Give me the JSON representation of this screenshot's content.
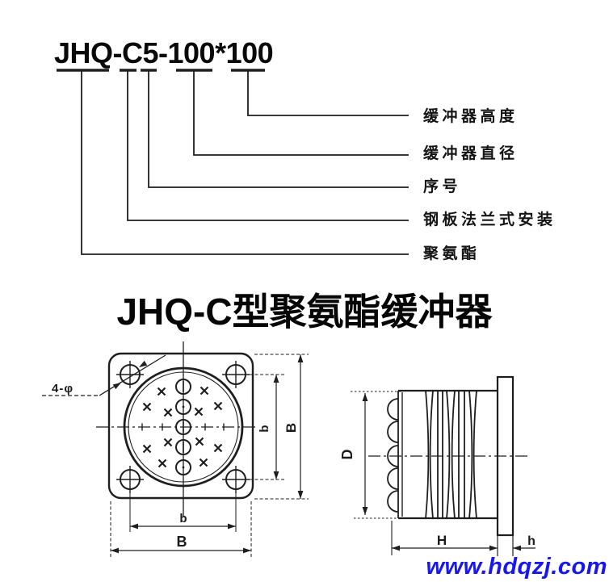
{
  "model_code": {
    "text": "JHQ-C5-100*100",
    "labels": [
      "缓冲器高度",
      "缓冲器直径",
      "序号",
      "钢板法兰式安装",
      "聚氨酯"
    ]
  },
  "title": "JHQ-C型聚氨酯缓冲器",
  "front_view": {
    "hole_callout": "4-φ",
    "dim_inner_vertical": "b",
    "dim_outer_vertical": "B",
    "dim_inner_horizontal": "b",
    "dim_outer_horizontal": "B"
  },
  "side_view": {
    "dim_diameter": "D",
    "dim_height": "H",
    "dim_flange": "h"
  },
  "footer": {
    "website": "www.hdqzj.com"
  },
  "colors": {
    "ink": "#1e1e1e",
    "link_blue": "#1717ee",
    "background": "#ffffff"
  }
}
